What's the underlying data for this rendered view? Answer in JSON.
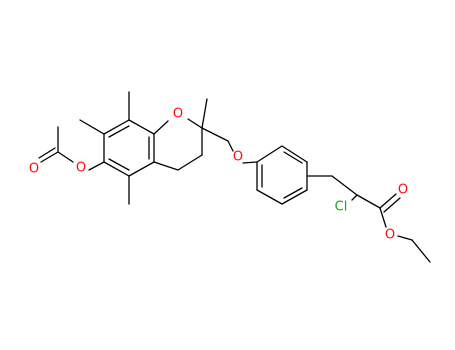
{
  "colors": {
    "background": "#ffffff",
    "bond": "#000000",
    "oxygen": "#ff0d0d",
    "chlorine": "#1f9f1f"
  },
  "atom_labels": {
    "acetoxy_carbonyl_o": "O",
    "acetoxy_ester_o": "O",
    "ring_o": "O",
    "ether_o": "O",
    "chloro": "Cl",
    "ester_carbonyl_o": "O",
    "ester_o": "O"
  }
}
